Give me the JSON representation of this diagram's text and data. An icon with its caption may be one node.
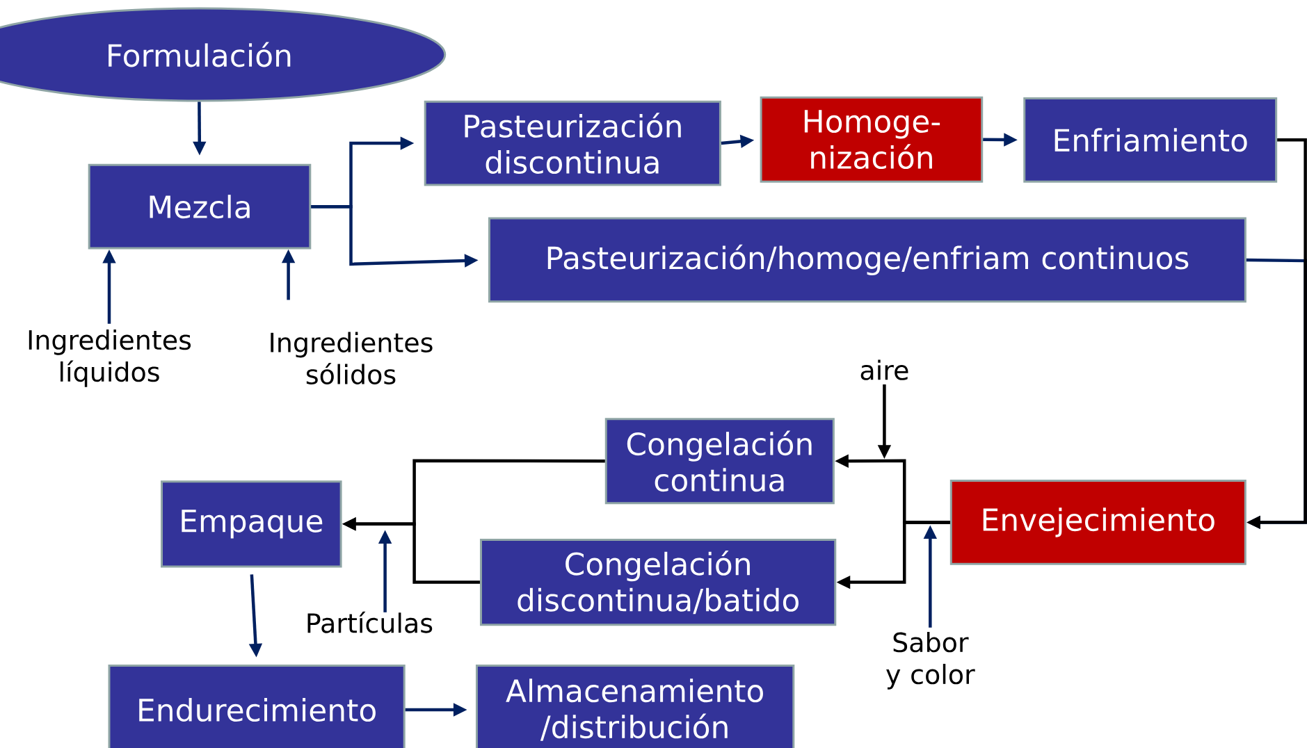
{
  "diagram": {
    "nodes": [
      {
        "text": [
          "Formulación"
        ]
      },
      {
        "text": [
          "Mezcla"
        ]
      },
      {
        "text": [
          "Ingredientes líquidos"
        ]
      },
      {
        "text": [
          "Ingredientes sólidos"
        ]
      },
      {
        "text": [
          "Pasteurización discontinua"
        ]
      },
      {
        "text": [
          "Homoge- nización"
        ]
      },
      {
        "text": [
          "Enfriamiento"
        ]
      },
      {
        "text": [
          "Pasteurización/homoge/enfriam continuos"
        ]
      },
      {
        "text": [
          "Envejecimiento"
        ]
      },
      {
        "text": [
          "aire"
        ]
      },
      {
        "text": [
          "Congelación continua"
        ]
      },
      {
        "text": [
          "Congelación discontinua/batido"
        ]
      },
      {
        "text": [
          "Sabor y color"
        ]
      },
      {
        "text": [
          "Empaque"
        ]
      },
      {
        "text": [
          "Partículas"
        ]
      },
      {
        "text": [
          "Endurecimiento"
        ]
      },
      {
        "text": [
          "Almacenamiento /distribución"
        ]
      }
    ],
    "edges": [
      {
        "from": 0,
        "to": 1,
        "arrow": "to"
      },
      {
        "from": 2,
        "to": 1,
        "arrow": "to"
      },
      {
        "from": 3,
        "to": 1,
        "arrow": "to"
      },
      {
        "from": 1,
        "to": 4,
        "arrow": "to"
      },
      {
        "from": 1,
        "to": 7,
        "arrow": "to"
      },
      {
        "from": 4,
        "to": 5,
        "arrow": "to"
      },
      {
        "from": 5,
        "to": 6,
        "arrow": "to"
      },
      {
        "from": 7,
        "to": 8,
        "arrow": "to"
      },
      {
        "from": 6,
        "to": 8,
        "arrow": "to",
        "color": "#000000"
      },
      {
        "from": 8,
        "to": 10,
        "arrow": "to",
        "color": "#000000"
      },
      {
        "from": 8,
        "to": 11,
        "arrow": "to",
        "color": "#000000"
      },
      {
        "from": 9,
        "to": null,
        "arrow": "to",
        "color": "#000000"
      },
      {
        "from": 12,
        "to": null,
        "arrow": "to"
      },
      {
        "from": 10,
        "to": 13,
        "arrow": "to",
        "color": "#000000"
      },
      {
        "from": 11,
        "to": 13,
        "arrow": "to",
        "color": "#000000"
      },
      {
        "from": 14,
        "to": null,
        "arrow": "to"
      },
      {
        "from": 13,
        "to": 15,
        "arrow": "to"
      },
      {
        "from": 15,
        "to": 16,
        "arrow": "to"
      }
    ]
  }
}
